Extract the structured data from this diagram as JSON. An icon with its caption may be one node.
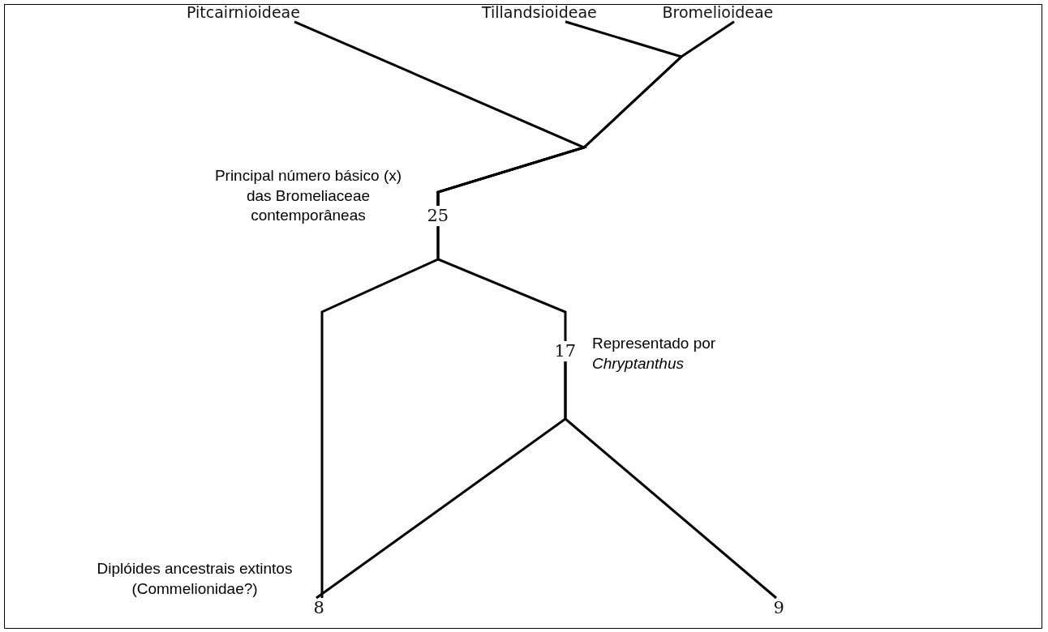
{
  "diagram": {
    "nodes": [
      {
        "text": [
          "Pitcairnioideae"
        ]
      },
      {
        "text": [
          "Tillandsioideae"
        ]
      },
      {
        "text": [
          "Bromelioideae"
        ]
      },
      {
        "text": [
          "25"
        ],
        "beside": [
          "Principal número básico (x) das Bromeliaceae contemporâneas"
        ]
      },
      {
        "text": [
          "17"
        ],
        "beside": [
          "Representado por *Chryptanthus*"
        ]
      },
      {
        "text": [
          "8"
        ],
        "beside": [
          "Diplóides ancestrais extintos (Commelionidae?)"
        ]
      },
      {
        "text": [
          "9"
        ]
      }
    ],
    "edges": [
      {
        "from": 0,
        "to": 3,
        "arrow": "none"
      },
      {
        "from": 1,
        "to": 3,
        "arrow": "none"
      },
      {
        "from": 2,
        "to": 3,
        "arrow": "none"
      },
      {
        "from": 3,
        "to": 5,
        "arrow": "none"
      },
      {
        "from": 3,
        "to": 4,
        "arrow": "none"
      },
      {
        "from": 4,
        "to": 5,
        "arrow": "none"
      },
      {
        "from": 4,
        "to": 6,
        "arrow": "none"
      }
    ]
  }
}
